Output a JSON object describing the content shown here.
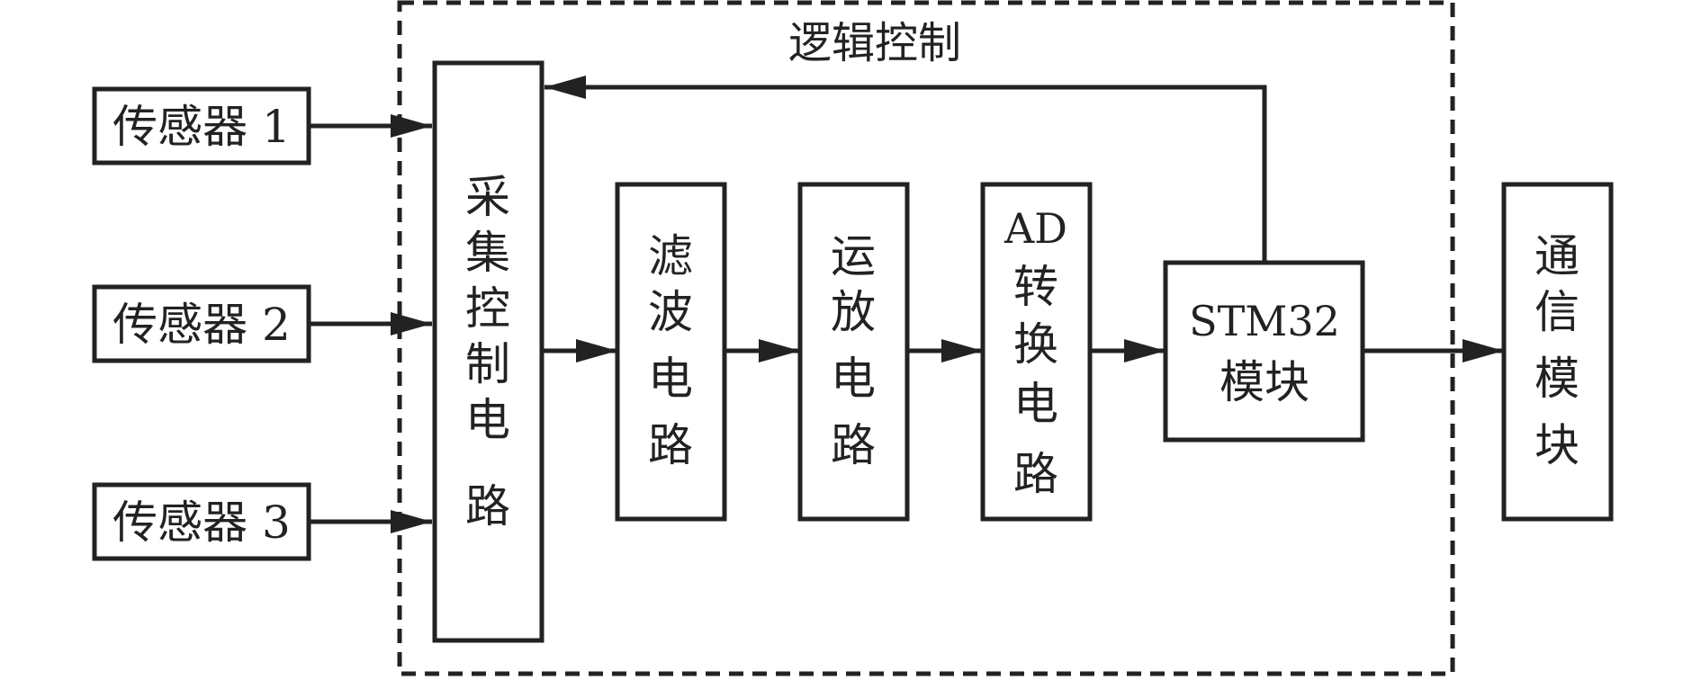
{
  "diagram": {
    "group_label": "逻辑控制",
    "sensors": [
      {
        "label": "传感器 1"
      },
      {
        "label": "传感器 2"
      },
      {
        "label": "传感器 3"
      }
    ],
    "blocks": {
      "acquisition": {
        "label": "采集控制电路",
        "chars": [
          "采",
          "集",
          "控",
          "制",
          "电",
          "路"
        ]
      },
      "filter": {
        "label": "滤波电路",
        "chars": [
          "滤",
          "波",
          "电",
          "路"
        ]
      },
      "amplifier": {
        "label": "运放电路",
        "chars": [
          "运",
          "放",
          "电",
          "路"
        ]
      },
      "adc": {
        "label": "AD转换电路",
        "chars": [
          "AD",
          "转",
          "换",
          "电",
          "路"
        ]
      },
      "mcu": {
        "label": "STM32模块",
        "lines": [
          "STM32",
          "模块"
        ]
      },
      "comm": {
        "label": "通信模块",
        "chars": [
          "通",
          "信",
          "模",
          "块"
        ]
      }
    }
  }
}
